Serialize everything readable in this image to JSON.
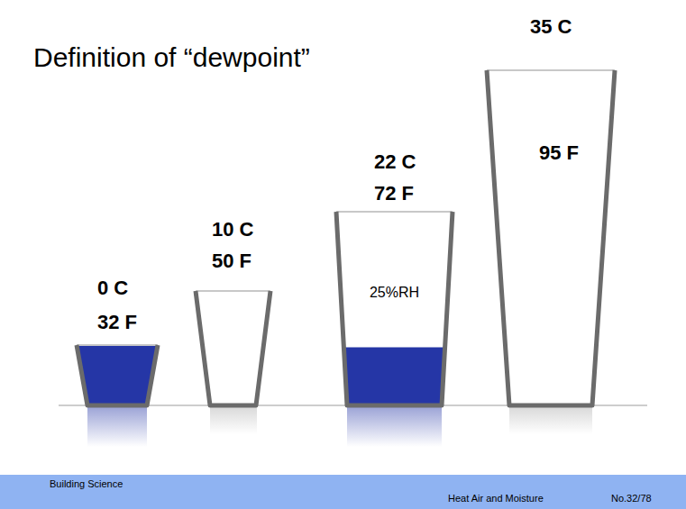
{
  "diagram": {
    "title": "Definition of “dewpoint”",
    "nodes": [
      {
        "text": [
          "0 C",
          "32 F"
        ]
      },
      {
        "text": [
          "10 C",
          "50 F"
        ]
      },
      {
        "text": [
          "22 C",
          "72 F",
          "25%RH"
        ]
      },
      {
        "text": [
          "35 C",
          "95 F"
        ]
      }
    ],
    "labels": [
      "Building Science",
      "Heat Air and Moisture",
      "No.32/78"
    ]
  }
}
